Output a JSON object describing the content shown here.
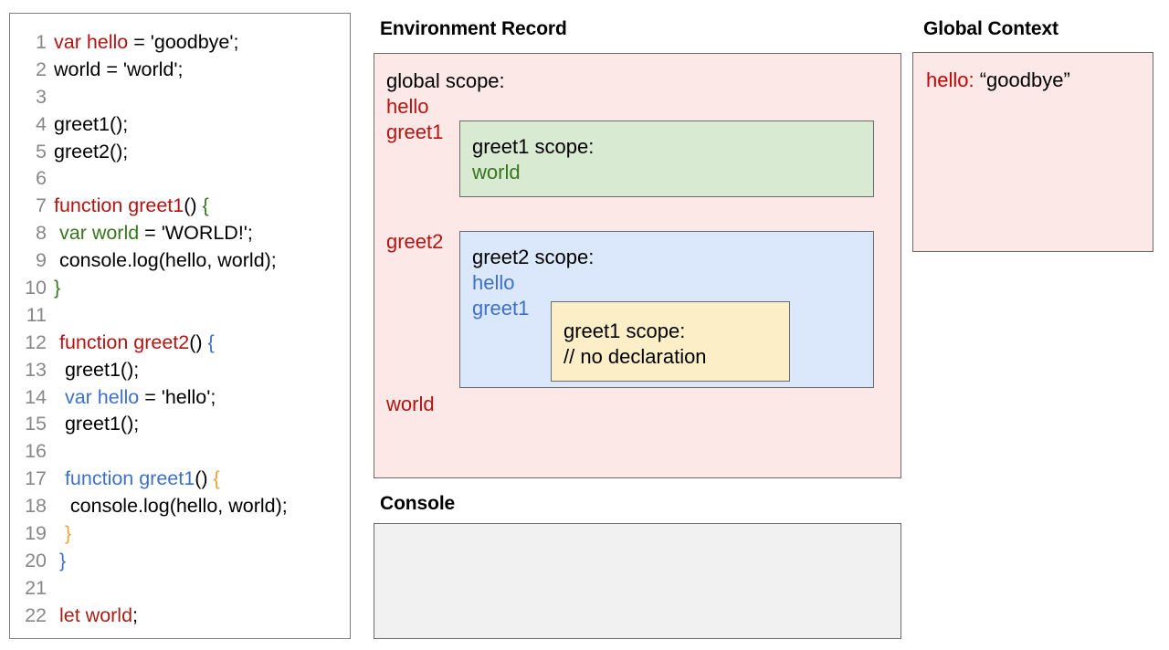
{
  "code_panel": {
    "name": "javascript-source",
    "lines": [
      {
        "n": "1",
        "tokens": [
          {
            "t": "var hello",
            "c": "c-red"
          },
          {
            "t": " = 'goodbye';",
            "c": "c-black"
          }
        ]
      },
      {
        "n": "2",
        "tokens": [
          {
            "t": "world = 'world';",
            "c": "c-black"
          }
        ]
      },
      {
        "n": "3",
        "tokens": []
      },
      {
        "n": "4",
        "tokens": [
          {
            "t": "greet1();",
            "c": "c-black"
          }
        ]
      },
      {
        "n": "5",
        "tokens": [
          {
            "t": "greet2();",
            "c": "c-black"
          }
        ]
      },
      {
        "n": "6",
        "tokens": []
      },
      {
        "n": "7",
        "tokens": [
          {
            "t": "function greet1",
            "c": "c-red"
          },
          {
            "t": "() ",
            "c": "c-black"
          },
          {
            "t": "{",
            "c": "c-green"
          }
        ]
      },
      {
        "n": "8",
        "tokens": [
          {
            "t": " ",
            "c": "c-black"
          },
          {
            "t": "var world",
            "c": "c-green"
          },
          {
            "t": " = 'WORLD!';",
            "c": "c-black"
          }
        ]
      },
      {
        "n": "9",
        "tokens": [
          {
            "t": " console.log(hello, world);",
            "c": "c-black"
          }
        ]
      },
      {
        "n": "10",
        "tokens": [
          {
            "t": "}",
            "c": "c-green"
          }
        ]
      },
      {
        "n": "11",
        "tokens": []
      },
      {
        "n": "12",
        "tokens": [
          {
            "t": " ",
            "c": "c-black"
          },
          {
            "t": "function greet2",
            "c": "c-red"
          },
          {
            "t": "() ",
            "c": "c-black"
          },
          {
            "t": "{",
            "c": "c-blue"
          }
        ]
      },
      {
        "n": "13",
        "tokens": [
          {
            "t": "  greet1();",
            "c": "c-black"
          }
        ]
      },
      {
        "n": "14",
        "tokens": [
          {
            "t": "  ",
            "c": "c-black"
          },
          {
            "t": "var hello",
            "c": "c-blue"
          },
          {
            "t": " = 'hello';",
            "c": "c-black"
          }
        ]
      },
      {
        "n": "15",
        "tokens": [
          {
            "t": "  greet1();",
            "c": "c-black"
          }
        ]
      },
      {
        "n": "16",
        "tokens": []
      },
      {
        "n": "17",
        "tokens": [
          {
            "t": "  ",
            "c": "c-black"
          },
          {
            "t": "function greet1",
            "c": "c-blue"
          },
          {
            "t": "() ",
            "c": "c-black"
          },
          {
            "t": "{",
            "c": "c-orange"
          }
        ]
      },
      {
        "n": "18",
        "tokens": [
          {
            "t": "   console.log(hello, world);",
            "c": "c-black"
          }
        ]
      },
      {
        "n": "19",
        "tokens": [
          {
            "t": "  ",
            "c": "c-black"
          },
          {
            "t": "}",
            "c": "c-orange"
          }
        ]
      },
      {
        "n": "20",
        "tokens": [
          {
            "t": " ",
            "c": "c-black"
          },
          {
            "t": "}",
            "c": "c-blue"
          }
        ]
      },
      {
        "n": "21",
        "tokens": []
      },
      {
        "n": "22",
        "tokens": [
          {
            "t": " ",
            "c": "c-black"
          },
          {
            "t": "let world",
            "c": "c-dred"
          },
          {
            "t": ";",
            "c": "c-black"
          }
        ]
      }
    ]
  },
  "environment_record": {
    "title": "Environment Record",
    "global_scope_label": "global scope:",
    "bindings": [
      "hello",
      "greet1",
      "greet2",
      "world"
    ],
    "greet1_scope": {
      "title": "greet1 scope:",
      "bindings": [
        "world"
      ]
    },
    "greet2_scope": {
      "title": "greet2 scope:",
      "bindings": [
        "hello",
        "greet1"
      ],
      "greet1_scope": {
        "title": "greet1 scope:",
        "note": "// no declaration"
      }
    }
  },
  "console": {
    "title": "Console",
    "output": ""
  },
  "global_context": {
    "title": "Global Context",
    "binding_key": "hello:",
    "binding_value": "“goodbye”"
  },
  "colors": {
    "global_scope_fill": "#fce8e6",
    "greet1_scope_fill": "#d9ead3",
    "greet2_scope_fill": "#dbe8fb",
    "greet1_inner_fill": "#fcefc8",
    "console_fill": "#f1f1f1",
    "border": "#6b6b6b",
    "red_token": "#b31412",
    "green_token": "#38761d",
    "blue_token": "#3d71c9",
    "orange_token": "#e8a33d",
    "line_number": "#888888"
  }
}
